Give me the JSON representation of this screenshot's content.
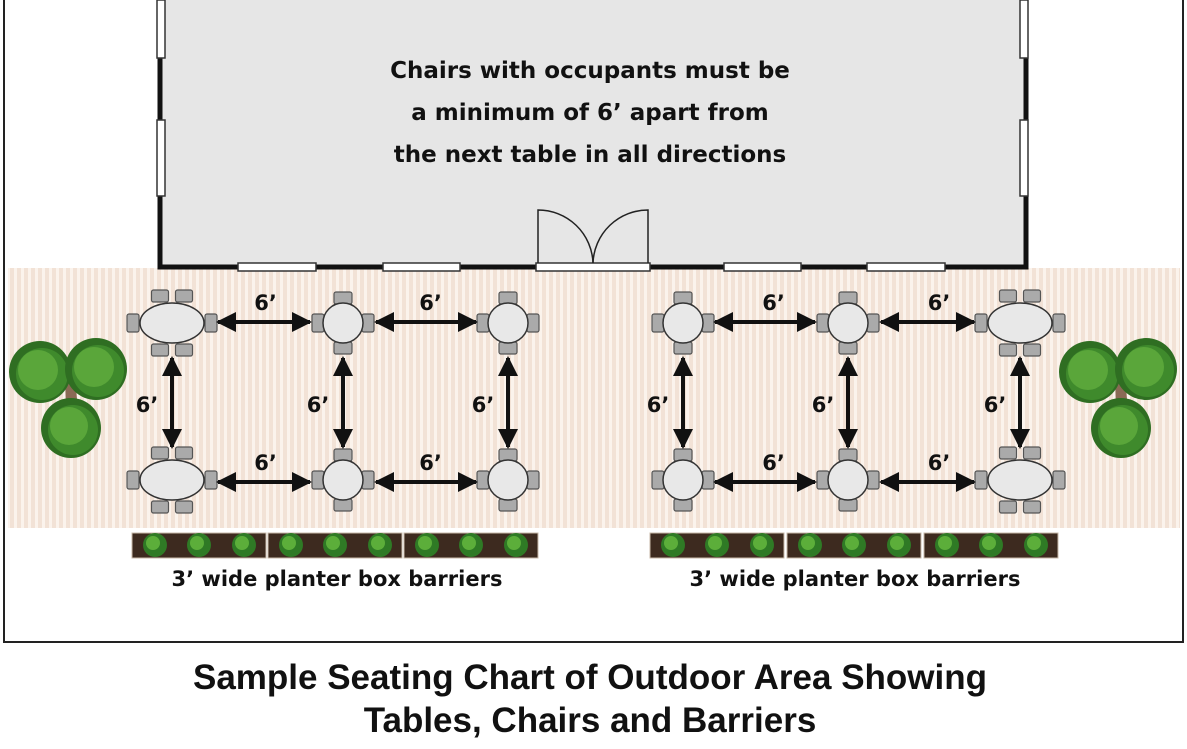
{
  "notice": [
    "Chairs with occupants must be",
    "a minimum of 6’ apart from",
    "the next table in all directions"
  ],
  "distance_label": "6’",
  "planter_label": "3’ wide planter box barriers",
  "caption": [
    "Sample Seating Chart of Outdoor Area Showing",
    "Tables, Chairs and Barriers"
  ],
  "groups": [
    {
      "name": "left",
      "tables": [
        "oval",
        "round",
        "round",
        "oval",
        "round",
        "round"
      ]
    },
    {
      "name": "right",
      "tables": [
        "round",
        "round",
        "oval",
        "round",
        "round",
        "oval"
      ]
    }
  ],
  "colors": {
    "deck": "#f2e2d6",
    "building": "#e6e6e6",
    "tree": "#4f9a32",
    "planter": "#3d2a1f"
  }
}
